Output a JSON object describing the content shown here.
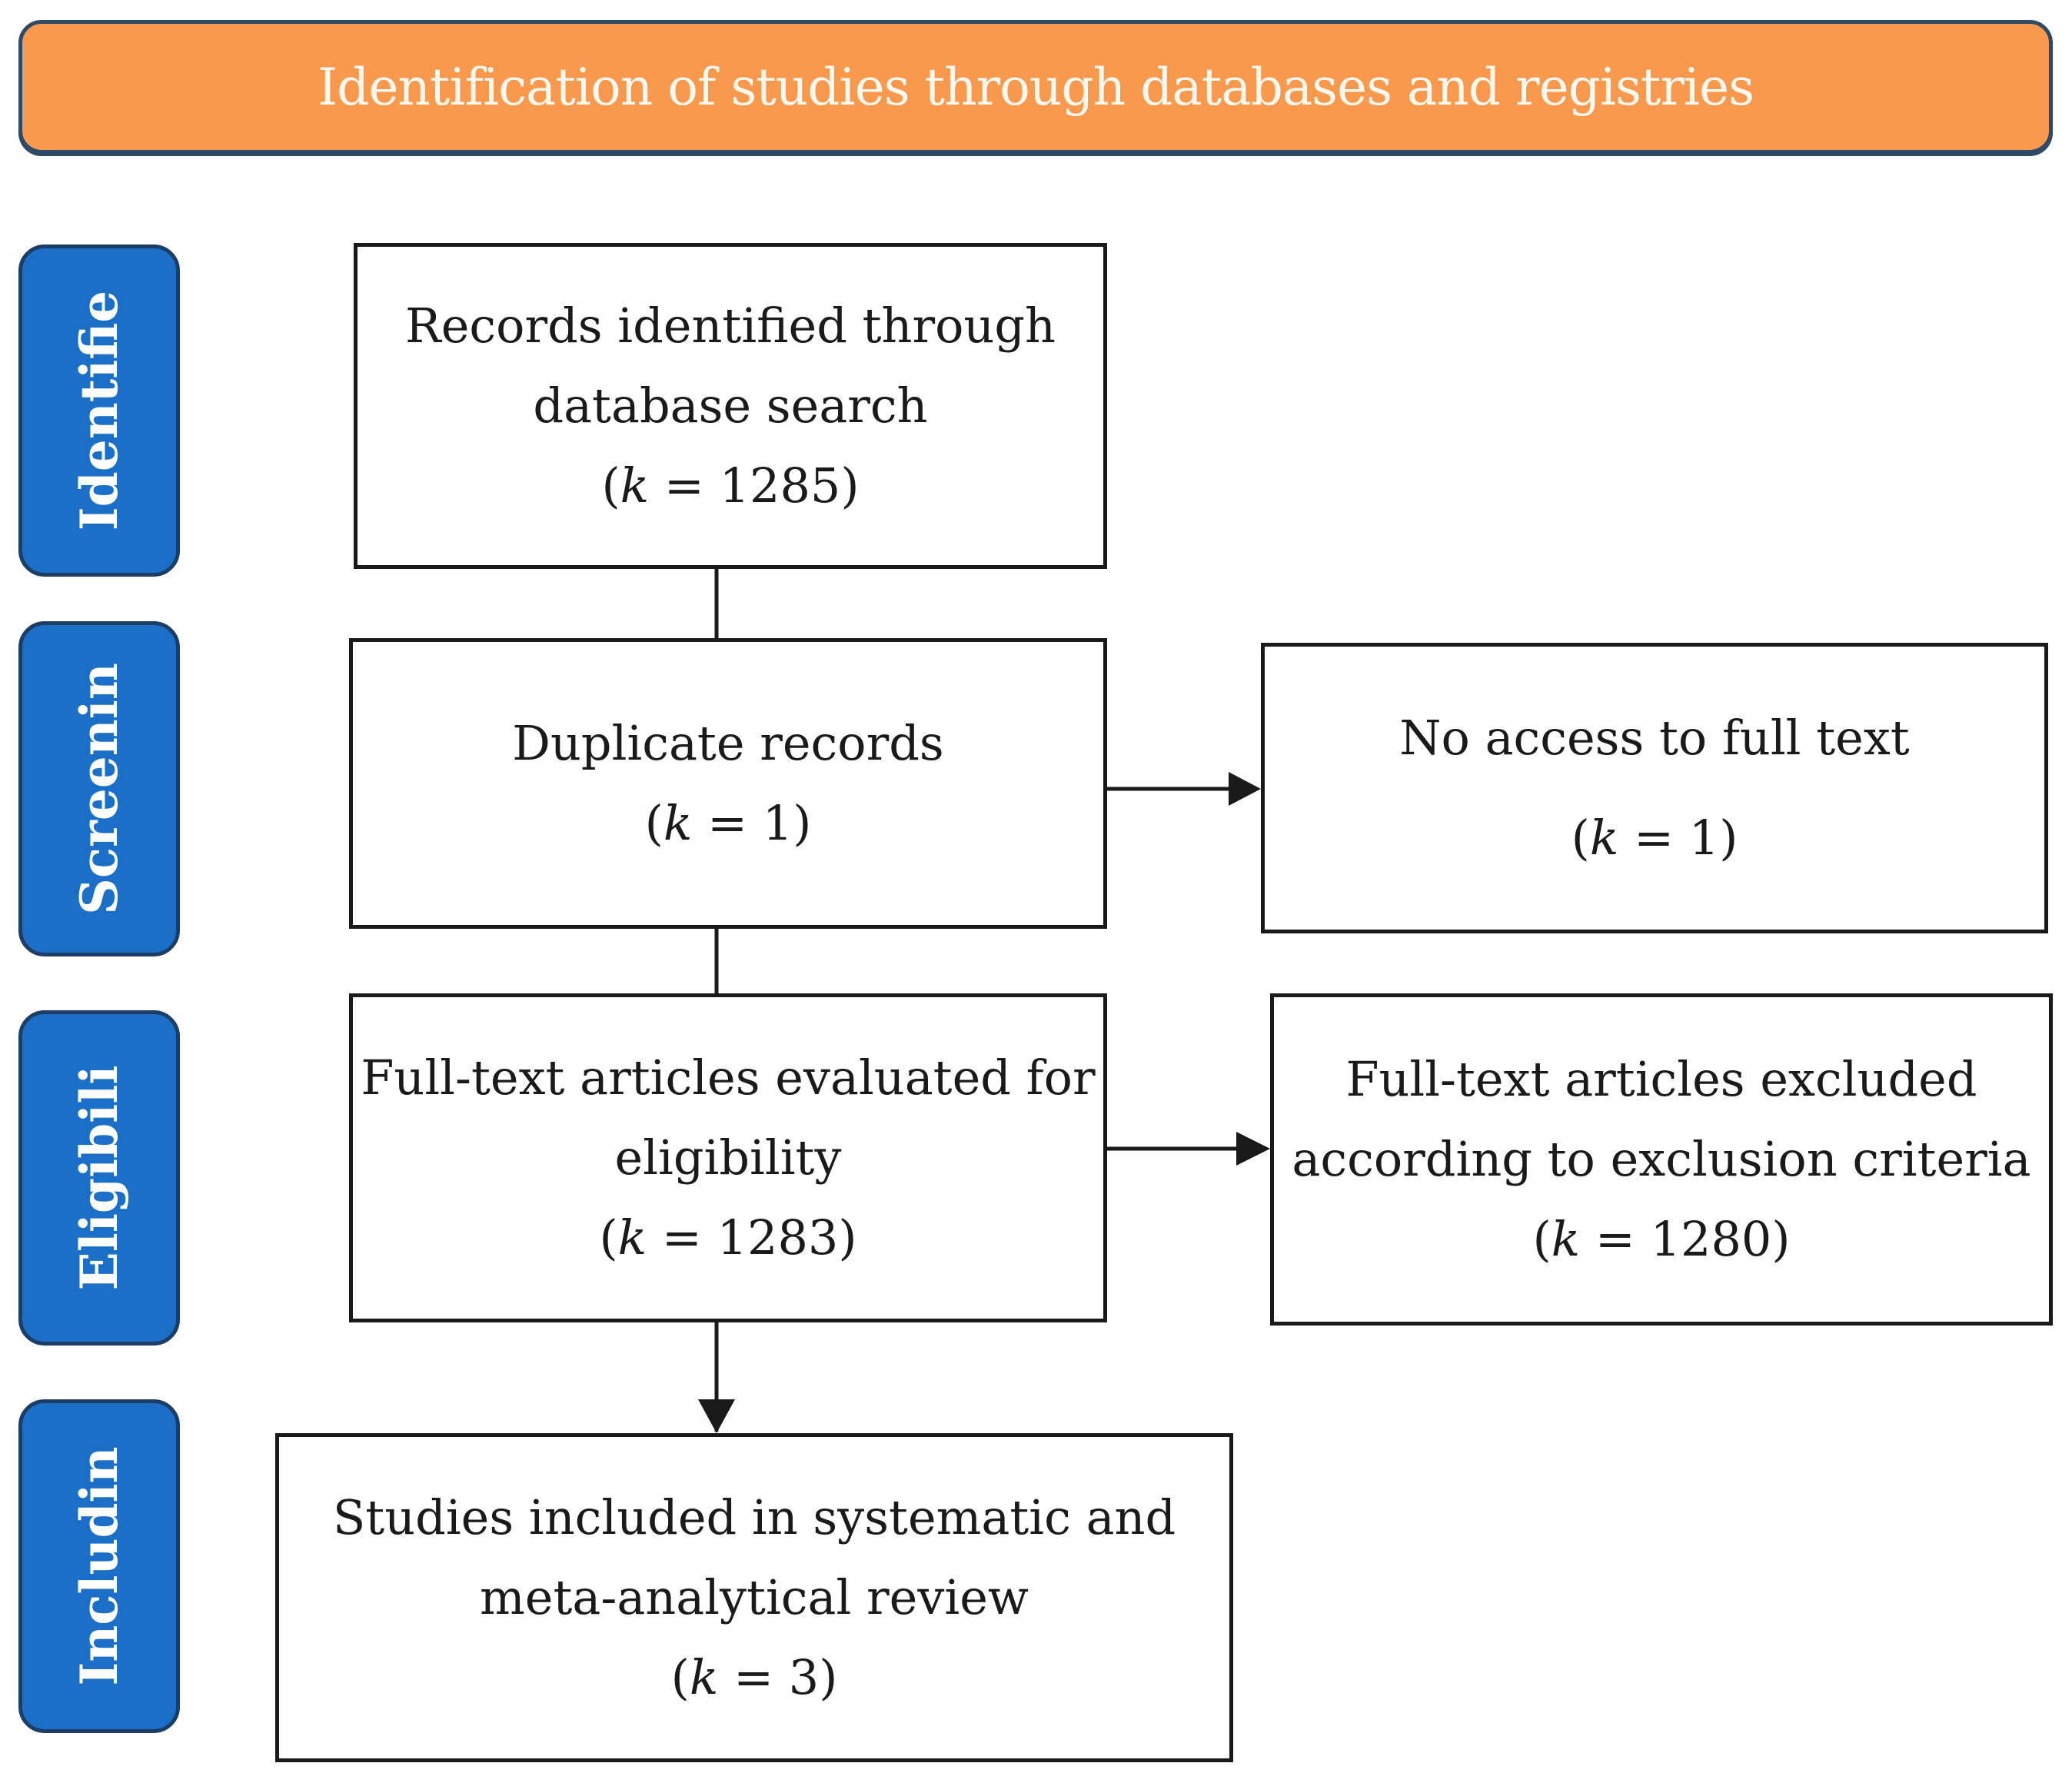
{
  "header": {
    "title": "Identification of studies through databases and registries"
  },
  "stages": [
    {
      "label": "Identifie"
    },
    {
      "label": "Screenin"
    },
    {
      "label": "Eligibili"
    },
    {
      "label": "Includin"
    }
  ],
  "boxes": {
    "records_identified": {
      "lines": [
        "Records identified through",
        "database search"
      ],
      "count_var": "k",
      "count_text": " = 1285)"
    },
    "duplicates": {
      "lines": [
        "Duplicate records"
      ],
      "count_var": "k",
      "count_text": " = 1)"
    },
    "no_access": {
      "lines": [
        "No access to full text"
      ],
      "count_var": "k",
      "count_text": " = 1)"
    },
    "fulltext_evaluated": {
      "lines": [
        "Full-text articles evaluated for",
        "eligibility"
      ],
      "count_var": "k",
      "count_text": " = 1283)"
    },
    "fulltext_excluded": {
      "lines": [
        "Full-text articles excluded",
        "according to exclusion criteria"
      ],
      "count_var": "k",
      "count_text": " = 1280)"
    },
    "included": {
      "lines": [
        "Studies included in systematic and",
        "meta-analytical review"
      ],
      "count_var": "k",
      "count_text": " = 3)"
    }
  },
  "colors": {
    "banner": "#f9994e",
    "stage": "#1b6fc6",
    "line": "#1a1a1a"
  }
}
